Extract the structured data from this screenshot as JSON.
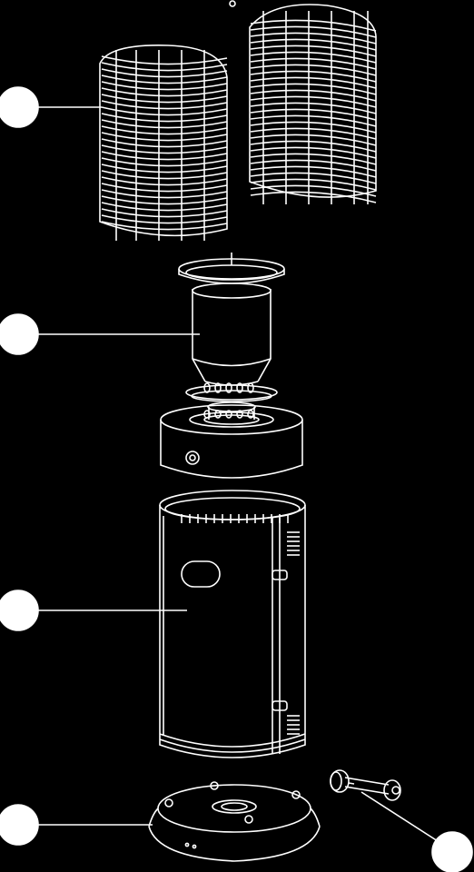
{
  "figure": {
    "background": "#000000",
    "line_color": "#ffffff",
    "parts": [
      {
        "id": "guard",
        "description_key": "upper-wire-guard"
      },
      {
        "id": "burner",
        "description_key": "burner-assembly"
      },
      {
        "id": "housing",
        "description_key": "cylinder-housing"
      },
      {
        "id": "base",
        "description_key": "base-plate"
      },
      {
        "id": "regulator",
        "description_key": "gas-regulator"
      }
    ],
    "callouts": [
      {
        "part": "guard",
        "label": ""
      },
      {
        "part": "burner",
        "label": ""
      },
      {
        "part": "housing",
        "label": ""
      },
      {
        "part": "base",
        "label": ""
      },
      {
        "part": "regulator",
        "label": ""
      }
    ]
  }
}
